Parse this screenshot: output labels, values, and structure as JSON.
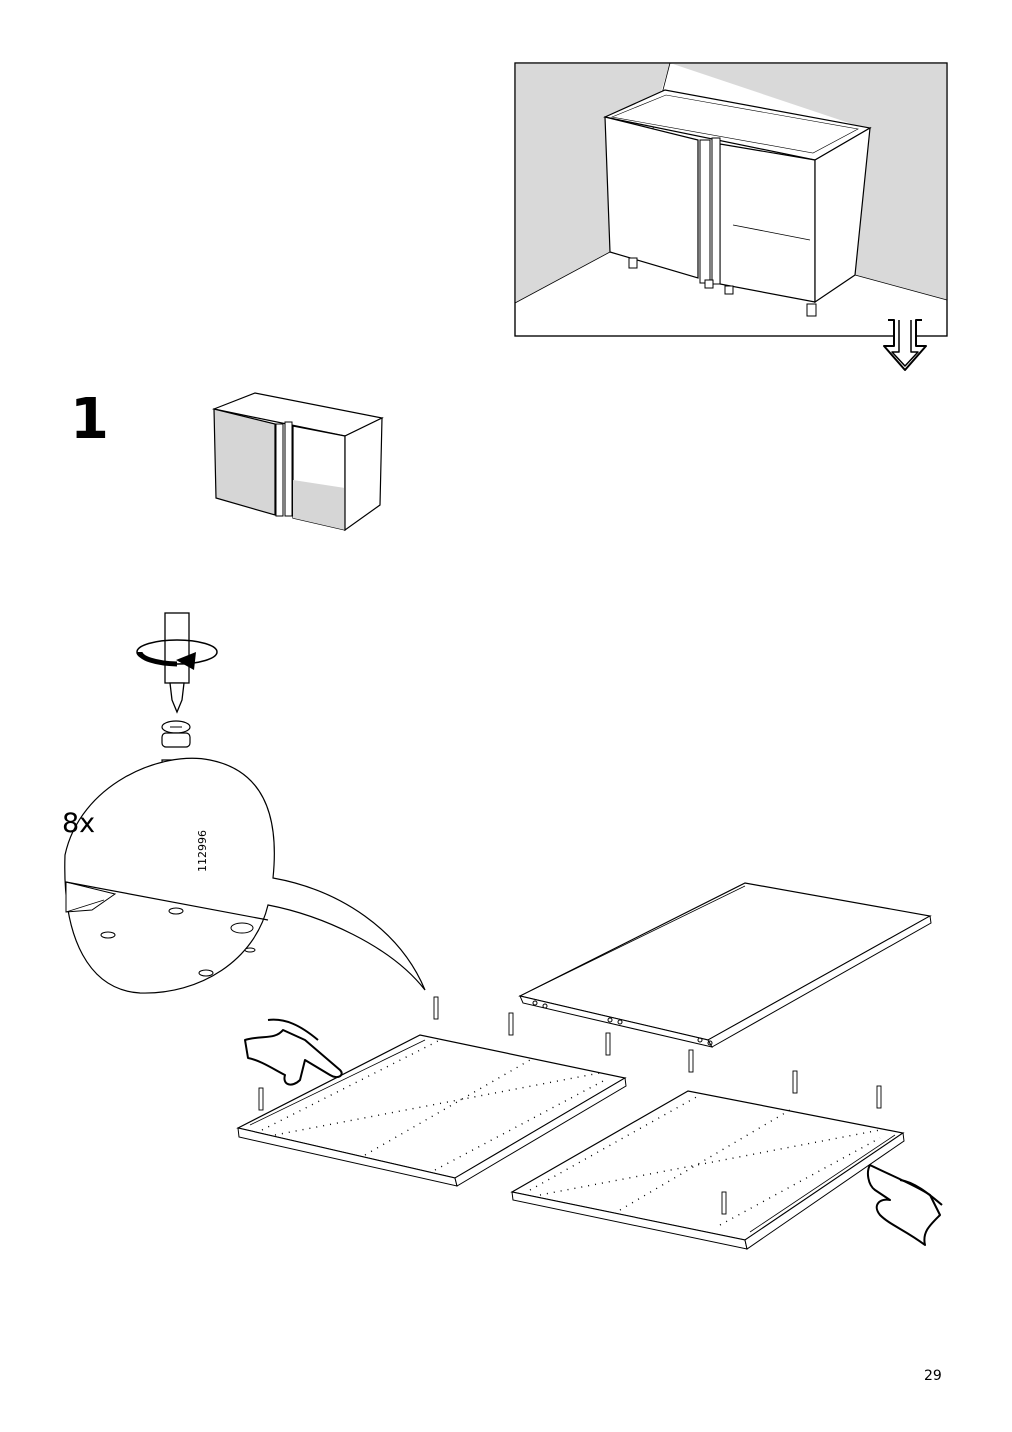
{
  "step": {
    "number": "1"
  },
  "fastener": {
    "quantity": "8x",
    "part_number": "112996"
  },
  "page": {
    "number": "29"
  },
  "icons": {
    "installed_cabinet": "corner-cabinet-in-room-illustration",
    "cabinet_thumbnail": "corner-cabinet-thumbnail",
    "direction_arrow": "down-arrow-icon",
    "screwdriver": "screwdriver-rotation-icon",
    "dowel": "cam-dowel-icon",
    "hand": "pressing-hand-icon"
  }
}
